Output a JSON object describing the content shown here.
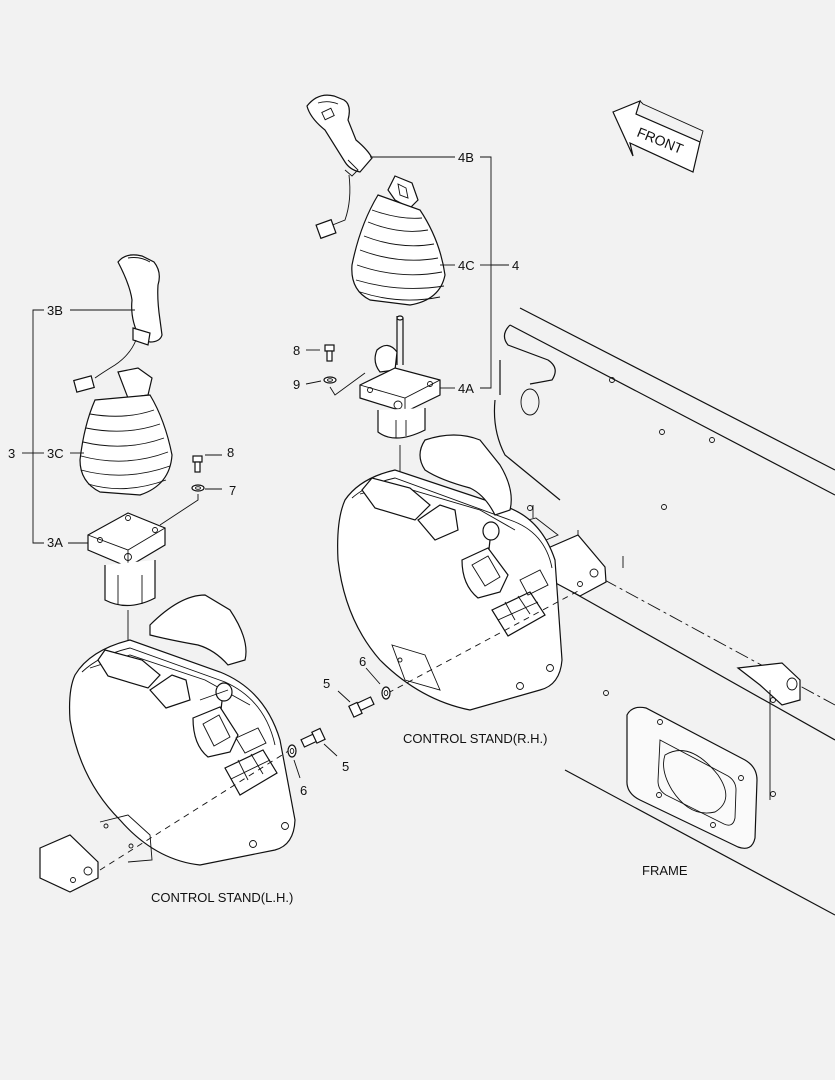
{
  "callouts": {
    "c4B": "4B",
    "c4C": "4C",
    "c4": "4",
    "c4A": "4A",
    "c8_rh": "8",
    "c9_rh": "9",
    "c3B": "3B",
    "c3": "3",
    "c3C": "3C",
    "c8_lh": "8",
    "c7_lh": "7",
    "c3A": "3A",
    "c6_rh": "6",
    "c5_rh": "5",
    "c6_lh": "6",
    "c5_lh": "5"
  },
  "captions": {
    "control_stand_rh": "CONTROL STAND(R.H.)",
    "control_stand_lh": "CONTROL STAND(L.H.)",
    "frame": "FRAME"
  },
  "front_arrow": {
    "label": "FRONT"
  }
}
